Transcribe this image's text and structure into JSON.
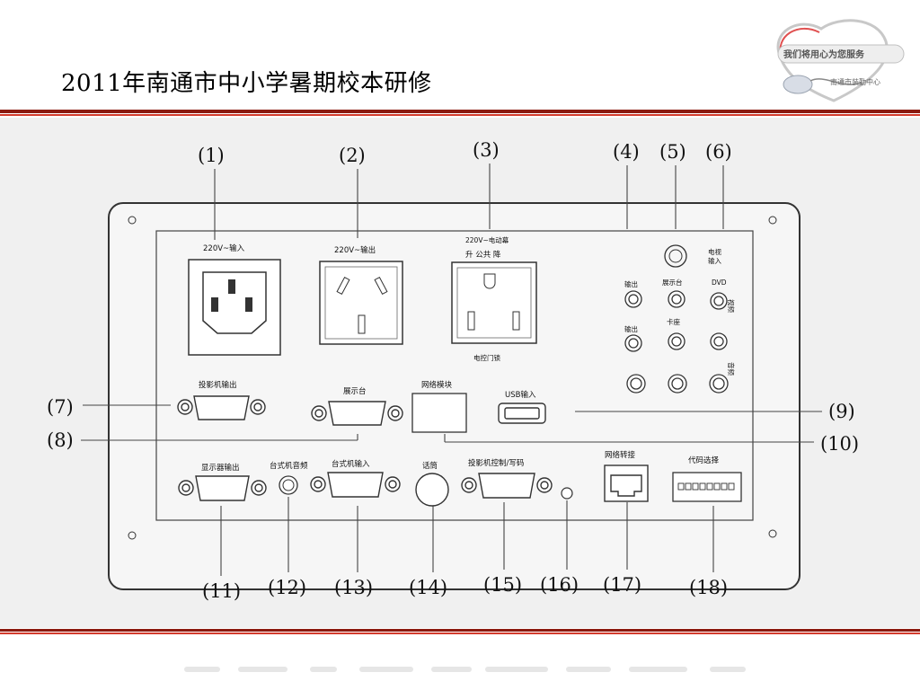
{
  "slide": {
    "title": "2011年南通市中小学暑期校本研修",
    "logo": {
      "banner_text": "我们将用心为您服务",
      "subtitle": "南通市装勤中心"
    }
  },
  "callouts": [
    "(1)",
    "(2)",
    "(3)",
    "(4)",
    "(5)",
    "(6)",
    "(7)",
    "(8)",
    "(9)",
    "(10)",
    "(11)",
    "(12)",
    "(13)",
    "(14)",
    "(15)",
    "(16)",
    "(17)",
    "(18)"
  ],
  "panel_labels": {
    "power_in": "220V~输入",
    "power_out": "220V~输出",
    "lock_line1": "220V~电动幕",
    "lock_line2": "升  公共  降",
    "lock_bottom": "电控门锁",
    "av_out_1": "输出",
    "av_booth": "展示台",
    "av_dvd": "DVD",
    "av_tv_1": "电视",
    "av_tv_2": "输入",
    "av_out_2": "输出",
    "av_deck": "卡座",
    "video_v": "视频",
    "audio_v": "音频",
    "projector_out": "投影机输出",
    "booth_in": "展示台",
    "network_module": "网络模块",
    "usb_in": "USB输入",
    "monitor_out": "显示器输出",
    "pc_audio": "台式机音频",
    "pc_in": "台式机输入",
    "mic": "话筒",
    "projector_ctrl": "投影机控制/写码",
    "network_adapter": "网络转接",
    "code_select": "代码选择"
  }
}
